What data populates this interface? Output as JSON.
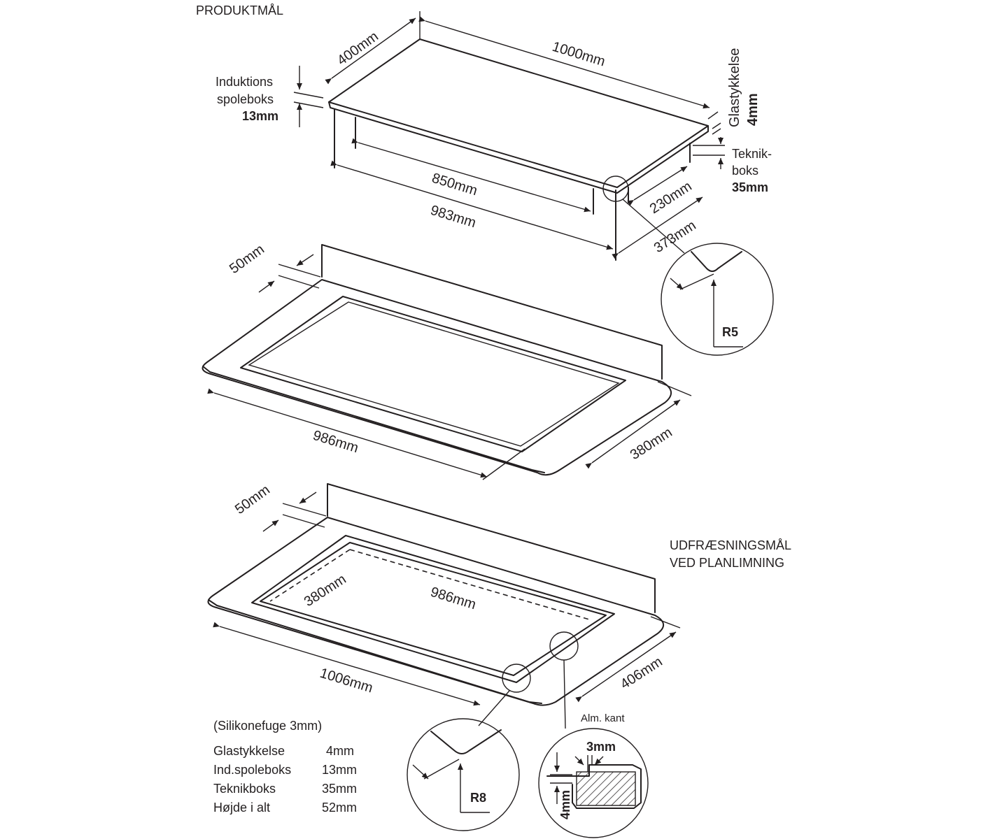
{
  "title_product": "PRODUKTMÅL",
  "title_cutout_line1": "UDFRÆSNINGSMÅL",
  "title_cutout_line2": "VED PLANLIMNING",
  "hob": {
    "depth": "400mm",
    "width": "1000mm",
    "coil_label_line1": "Induktions",
    "coil_label_line2": "spoleboks",
    "coil_value": "13mm",
    "glass_label": "Glastykkelse",
    "glass_value": "4mm",
    "tech_label_line1": "Teknik-",
    "tech_label_line2": "boks",
    "tech_value": "35mm",
    "inner_width": "850mm",
    "box_width": "983mm",
    "inner_depth": "230mm",
    "box_depth": "373mm",
    "radius": "R5"
  },
  "countertop_top": {
    "edge_offset": "50mm",
    "width": "986mm",
    "depth": "380mm"
  },
  "countertop_bottom": {
    "edge_offset": "50mm",
    "inner_depth": "380mm",
    "inner_width": "986mm",
    "width": "1006mm",
    "depth": "406mm",
    "radius": "R8",
    "edge_label": "Alm. kant",
    "gap": "3mm",
    "recess": "4mm"
  },
  "specs": {
    "note": "(Silikonefuge 3mm)",
    "rows": [
      {
        "label": "Glastykkelse",
        "value": "4mm"
      },
      {
        "label": "Ind.spoleboks",
        "value": "13mm"
      },
      {
        "label": "Teknikboks",
        "value": "35mm"
      },
      {
        "label": "Højde i alt",
        "value": "52mm"
      }
    ]
  }
}
